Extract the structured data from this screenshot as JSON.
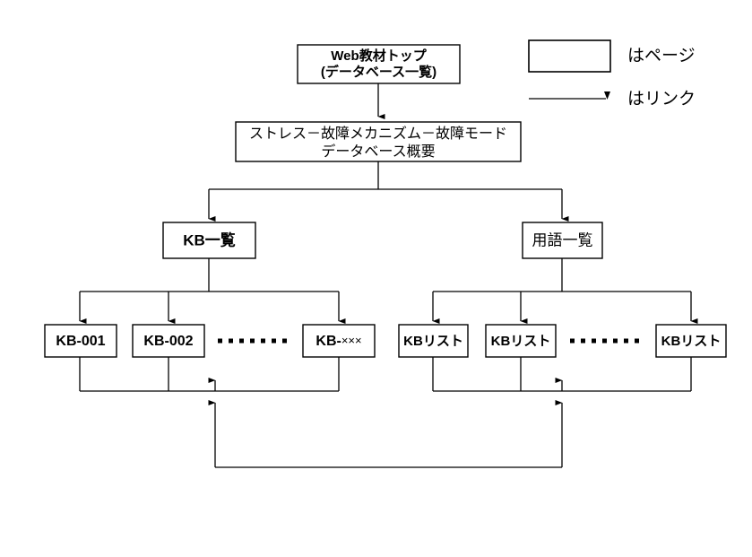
{
  "diagram": {
    "title_top": {
      "line1": "Web教材トップ",
      "line2": "(データベース一覧)"
    },
    "overview": {
      "line1": "ストレス－故障メカニズム－故障モード",
      "line2": "データベース概要"
    },
    "mid_nodes": {
      "kb_list": "KB一覧",
      "term_list": "用語一覧"
    },
    "kb_items": {
      "item1": "KB-001",
      "item2": "KB-002",
      "item3_prefix": "KB-",
      "item3_suffix": "×××",
      "ellipsis": "・・・・・・・・・・"
    },
    "term_items": {
      "item1": "KBリスト",
      "item2": "KBリスト",
      "item3": "KBリスト",
      "ellipsis": "・・・・・・・・・・"
    },
    "legend": {
      "page_label": "はページ",
      "link_label": "はリンク",
      "box_icon": "rectangle-icon",
      "arrow_icon": "arrow-right-icon"
    },
    "colors": {
      "stroke": "#000000",
      "fill": "#ffffff",
      "background": "#ffffff"
    }
  }
}
